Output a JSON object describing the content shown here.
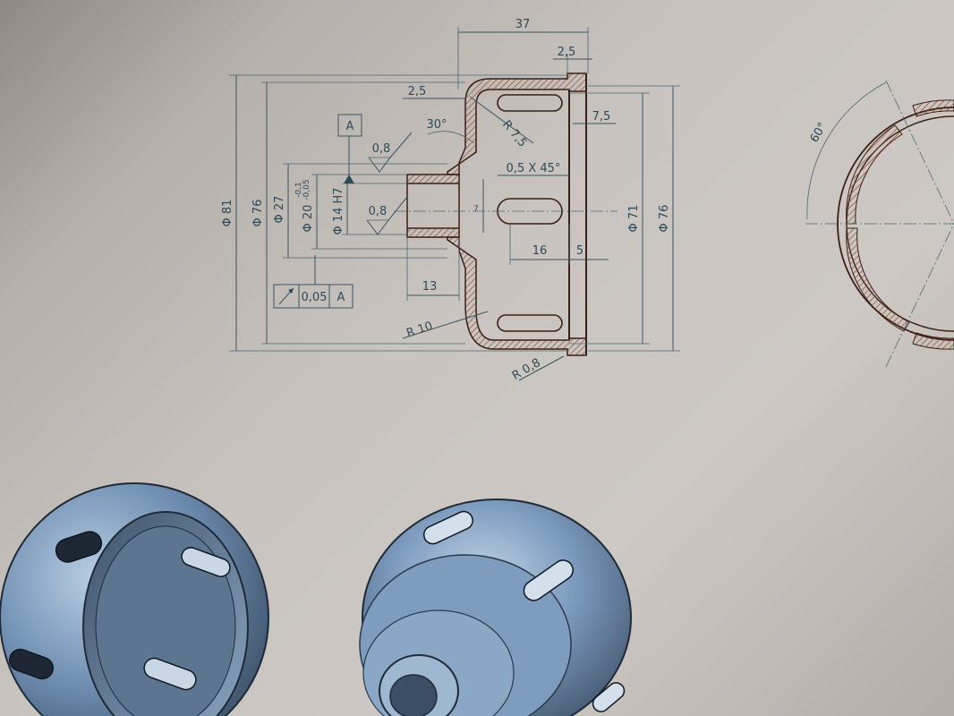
{
  "dimensions": {
    "length_37": "37",
    "wall_2_5_top": "2,5",
    "wall_2_5_left": "2,5",
    "angle_30": "30°",
    "radius_7_5": "R 7,5",
    "slot_7_5": "7,5",
    "chamfer": "0,5 X 45°",
    "slot_width_7": "7",
    "slot_16": "16",
    "offset_5": "5",
    "hub_13": "13",
    "radius_10": "R 10",
    "radius_0_8": "R 0,8",
    "dia_81": "Φ 81",
    "dia_76_left": "Φ 76",
    "dia_27": "Φ 27",
    "dia_20": "Φ 20",
    "dia_20_tol_upper": "-0,1",
    "dia_20_tol_lower": "-0,05",
    "dia_14": "Φ 14 H7",
    "dia_71": "Φ 71",
    "dia_76_right": "Φ 76",
    "roughness_1": "0,8",
    "roughness_2": "0,8",
    "angle_60": "60°"
  },
  "datum": {
    "label": "A"
  },
  "tolerance_frame": {
    "value": "0,05",
    "datum": "A"
  },
  "colors": {
    "paper": "#c9c4bf",
    "line": "#3a5562",
    "part_outline": "#3b1f14",
    "hatch": "#8a4a35",
    "render_blue": "#6f8fb2"
  }
}
